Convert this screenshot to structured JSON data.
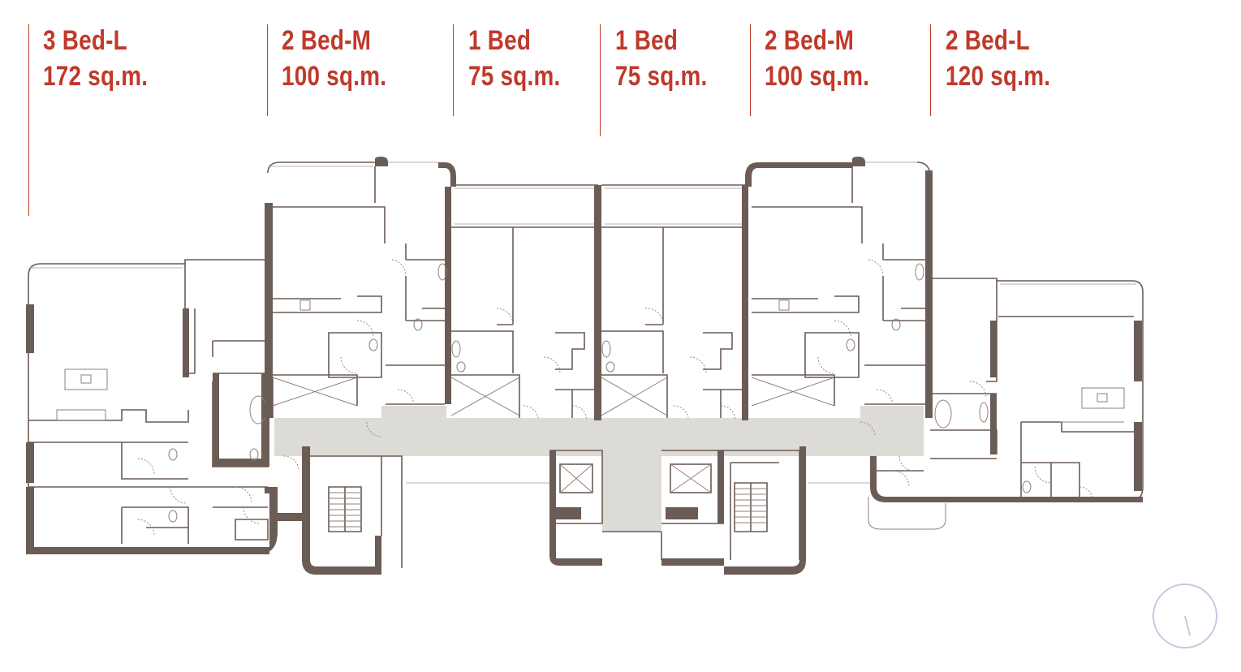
{
  "units": [
    {
      "name": "3 Bed-L",
      "area": "172 sq.m."
    },
    {
      "name": "2 Bed-M",
      "area": "100 sq.m."
    },
    {
      "name": "1 Bed",
      "area": "75 sq.m."
    },
    {
      "name": "1 Bed",
      "area": "75 sq.m."
    },
    {
      "name": "2 Bed-M",
      "area": "100 sq.m."
    },
    {
      "name": "2 Bed-L",
      "area": "120 sq.m."
    }
  ],
  "colors": {
    "label": "#c0392b",
    "wall": "#6b5c55",
    "corridor": "#dddbd6",
    "compass": "#c5c9de"
  },
  "icons": [
    "north-compass-icon"
  ]
}
